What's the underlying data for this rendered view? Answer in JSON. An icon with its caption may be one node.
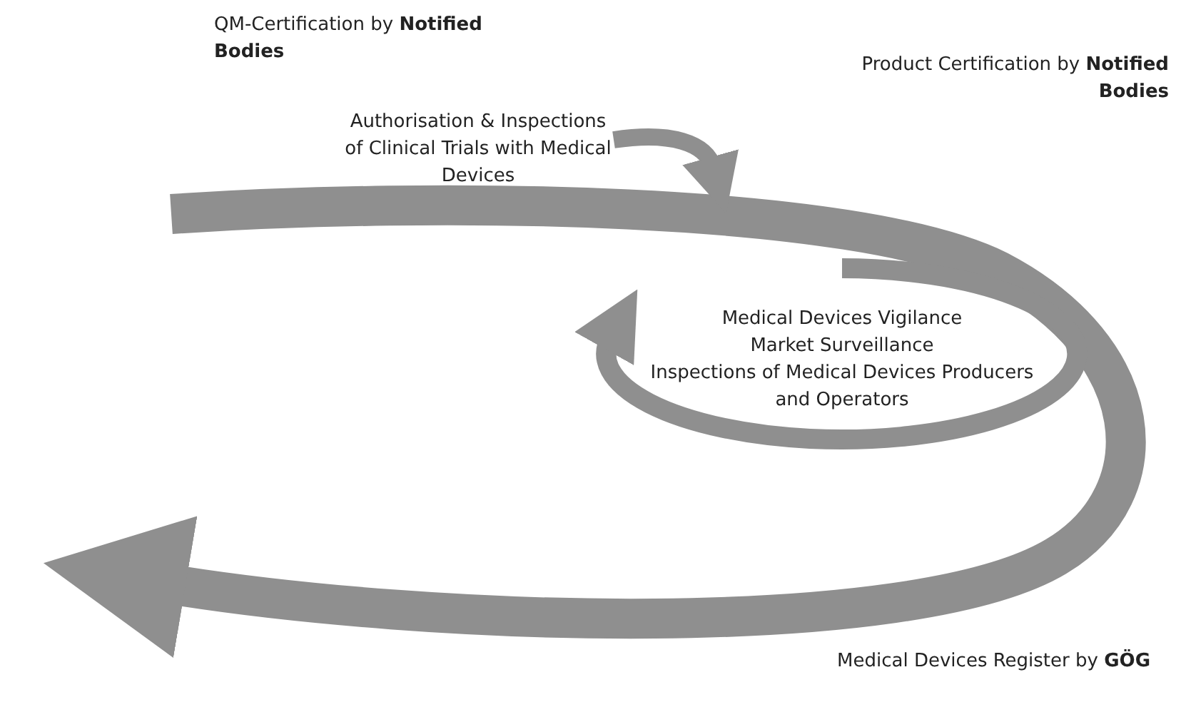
{
  "diagram": {
    "labels": [
      "QM-Certification by **Notified Bodies**",
      "Product Certification by **Notified Bodies**",
      "Authorisation & Inspections of Clinical Trials with Medical Devices",
      "Medical Devices Vigilance",
      "Market Surveillance",
      "Inspections of Medical Devices Producers and Operators",
      "Medical Devices Register by **GÖG**"
    ]
  }
}
